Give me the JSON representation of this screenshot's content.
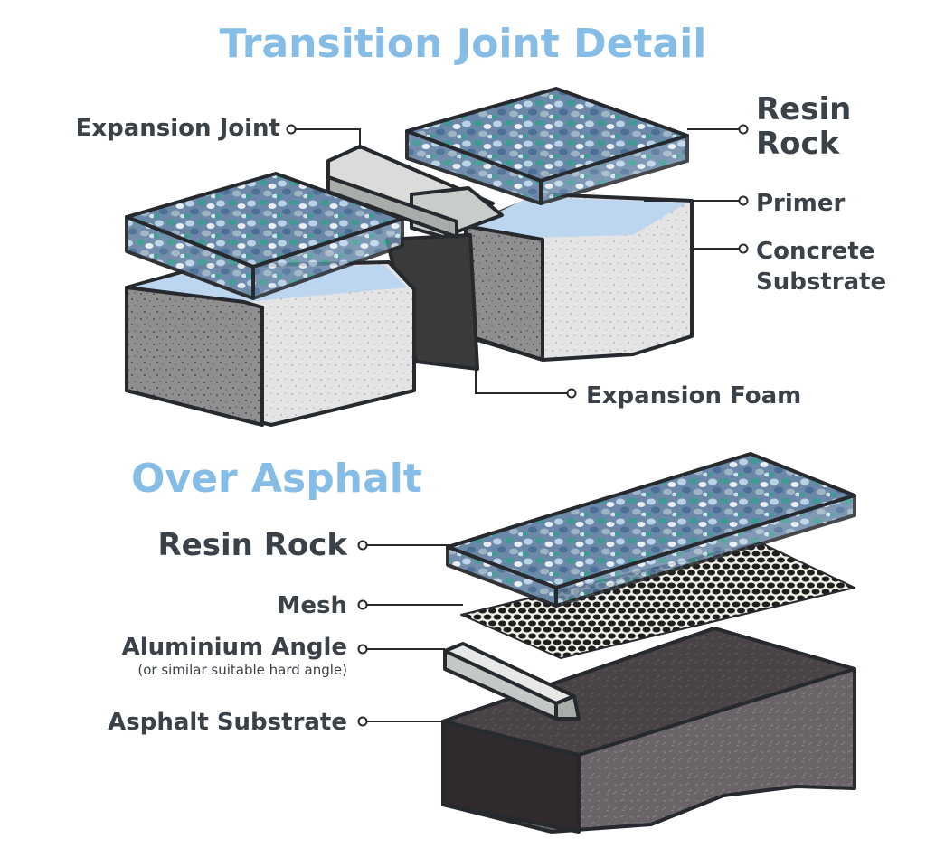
{
  "colors": {
    "heading": "#86bde6",
    "label": "#3b4148",
    "outline": "#26292d",
    "concrete_front": "#8f8f8f",
    "concrete_side": "#e2e2e2",
    "primer": "#bcd6f0",
    "resin_base": "#6b88a8",
    "foam": "#3a3a3a",
    "aluminium": "#d9dcd9",
    "asphalt_top": "#4a4346",
    "asphalt_side": "#6a6367",
    "mesh": "#1e1e1e"
  },
  "transition": {
    "title": "Transition Joint Detail",
    "labels": {
      "expansion_joint": "Expansion Joint",
      "resin_rock_line1": "Resin",
      "resin_rock_line2": "Rock",
      "primer": "Primer",
      "concrete_line1": "Concrete",
      "concrete_line2": "Substrate",
      "expansion_foam": "Expansion Foam"
    }
  },
  "asphalt": {
    "title": "Over Asphalt",
    "labels": {
      "resin_rock": "Resin Rock",
      "mesh": "Mesh",
      "aluminium_angle": "Aluminium Angle",
      "aluminium_angle_note": "(or similar suitable hard angle)",
      "asphalt_substrate": "Asphalt Substrate"
    }
  }
}
